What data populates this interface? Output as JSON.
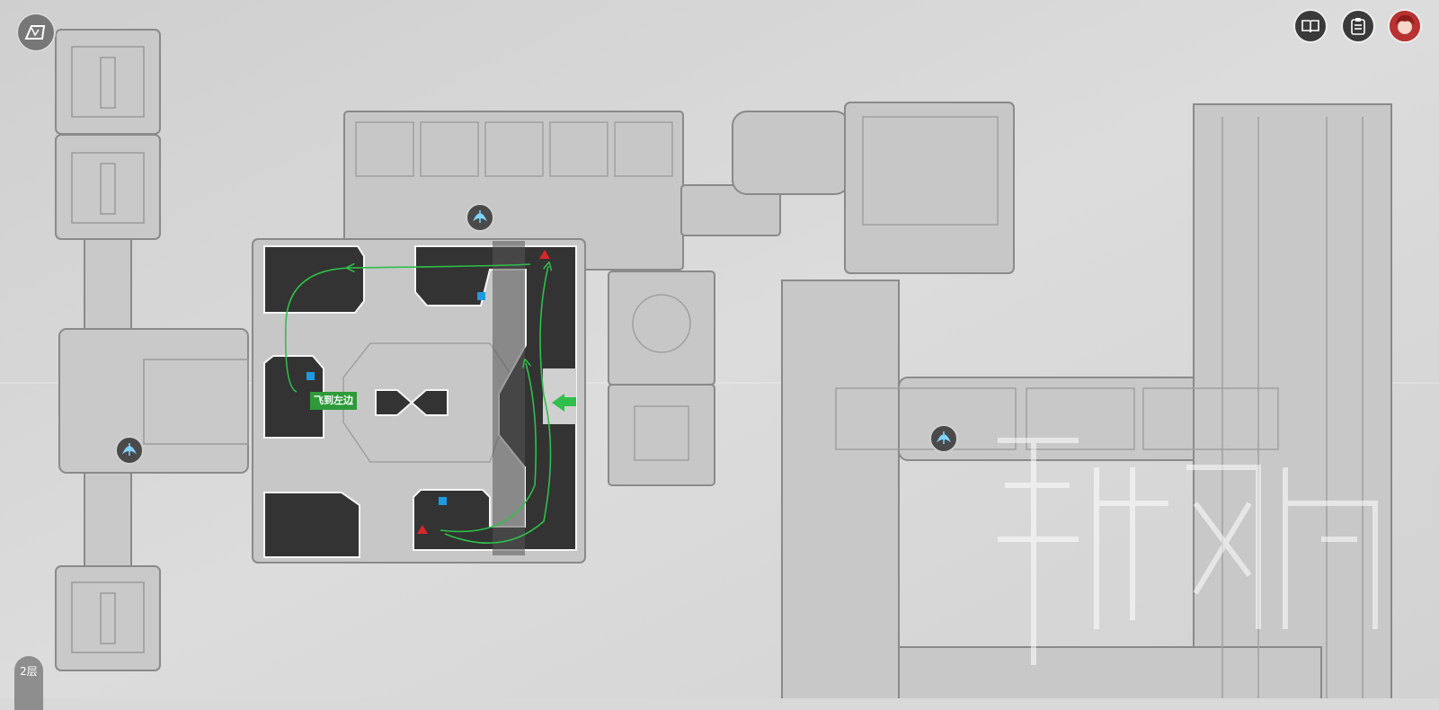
{
  "top_bar": {
    "map_button_icon": "map-scroll-icon",
    "journal_button_icon": "open-book-icon",
    "missions_button_icon": "clipboard-icon",
    "avatar_icon": "red-haired-character-portrait"
  },
  "floor_selector": {
    "current_floor": "2层"
  },
  "annotation": {
    "text": "飞到左边",
    "color": "#2e9a3a"
  },
  "markers": {
    "teleport_icon": "space-anchor-icon",
    "chest_icon": "red-triangle-icon",
    "puzzle_icon": "blue-square-icon",
    "route_color": "#2fbf4a"
  },
  "colors": {
    "background": "#d9d9d9",
    "dark_room": "#333333",
    "wall": "#8a8a8a"
  }
}
